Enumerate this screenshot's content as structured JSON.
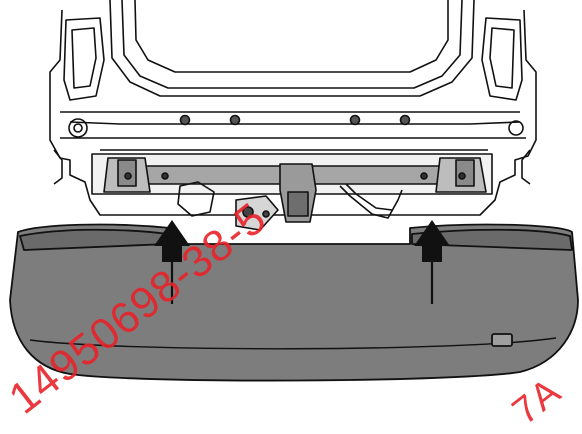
{
  "figure": {
    "description_free": true,
    "colors": {
      "line": "#111111",
      "bumper_fill": "#7d7d7d",
      "bumper_dark": "#5e5e5e",
      "crossbar_fill": "#a6a6a6",
      "watermark": "#e8232a"
    },
    "watermark": {
      "text_main": "14950698-38-5",
      "text_corner": "7A"
    },
    "arrows": [
      {
        "direction": "up"
      },
      {
        "direction": "up"
      }
    ]
  }
}
